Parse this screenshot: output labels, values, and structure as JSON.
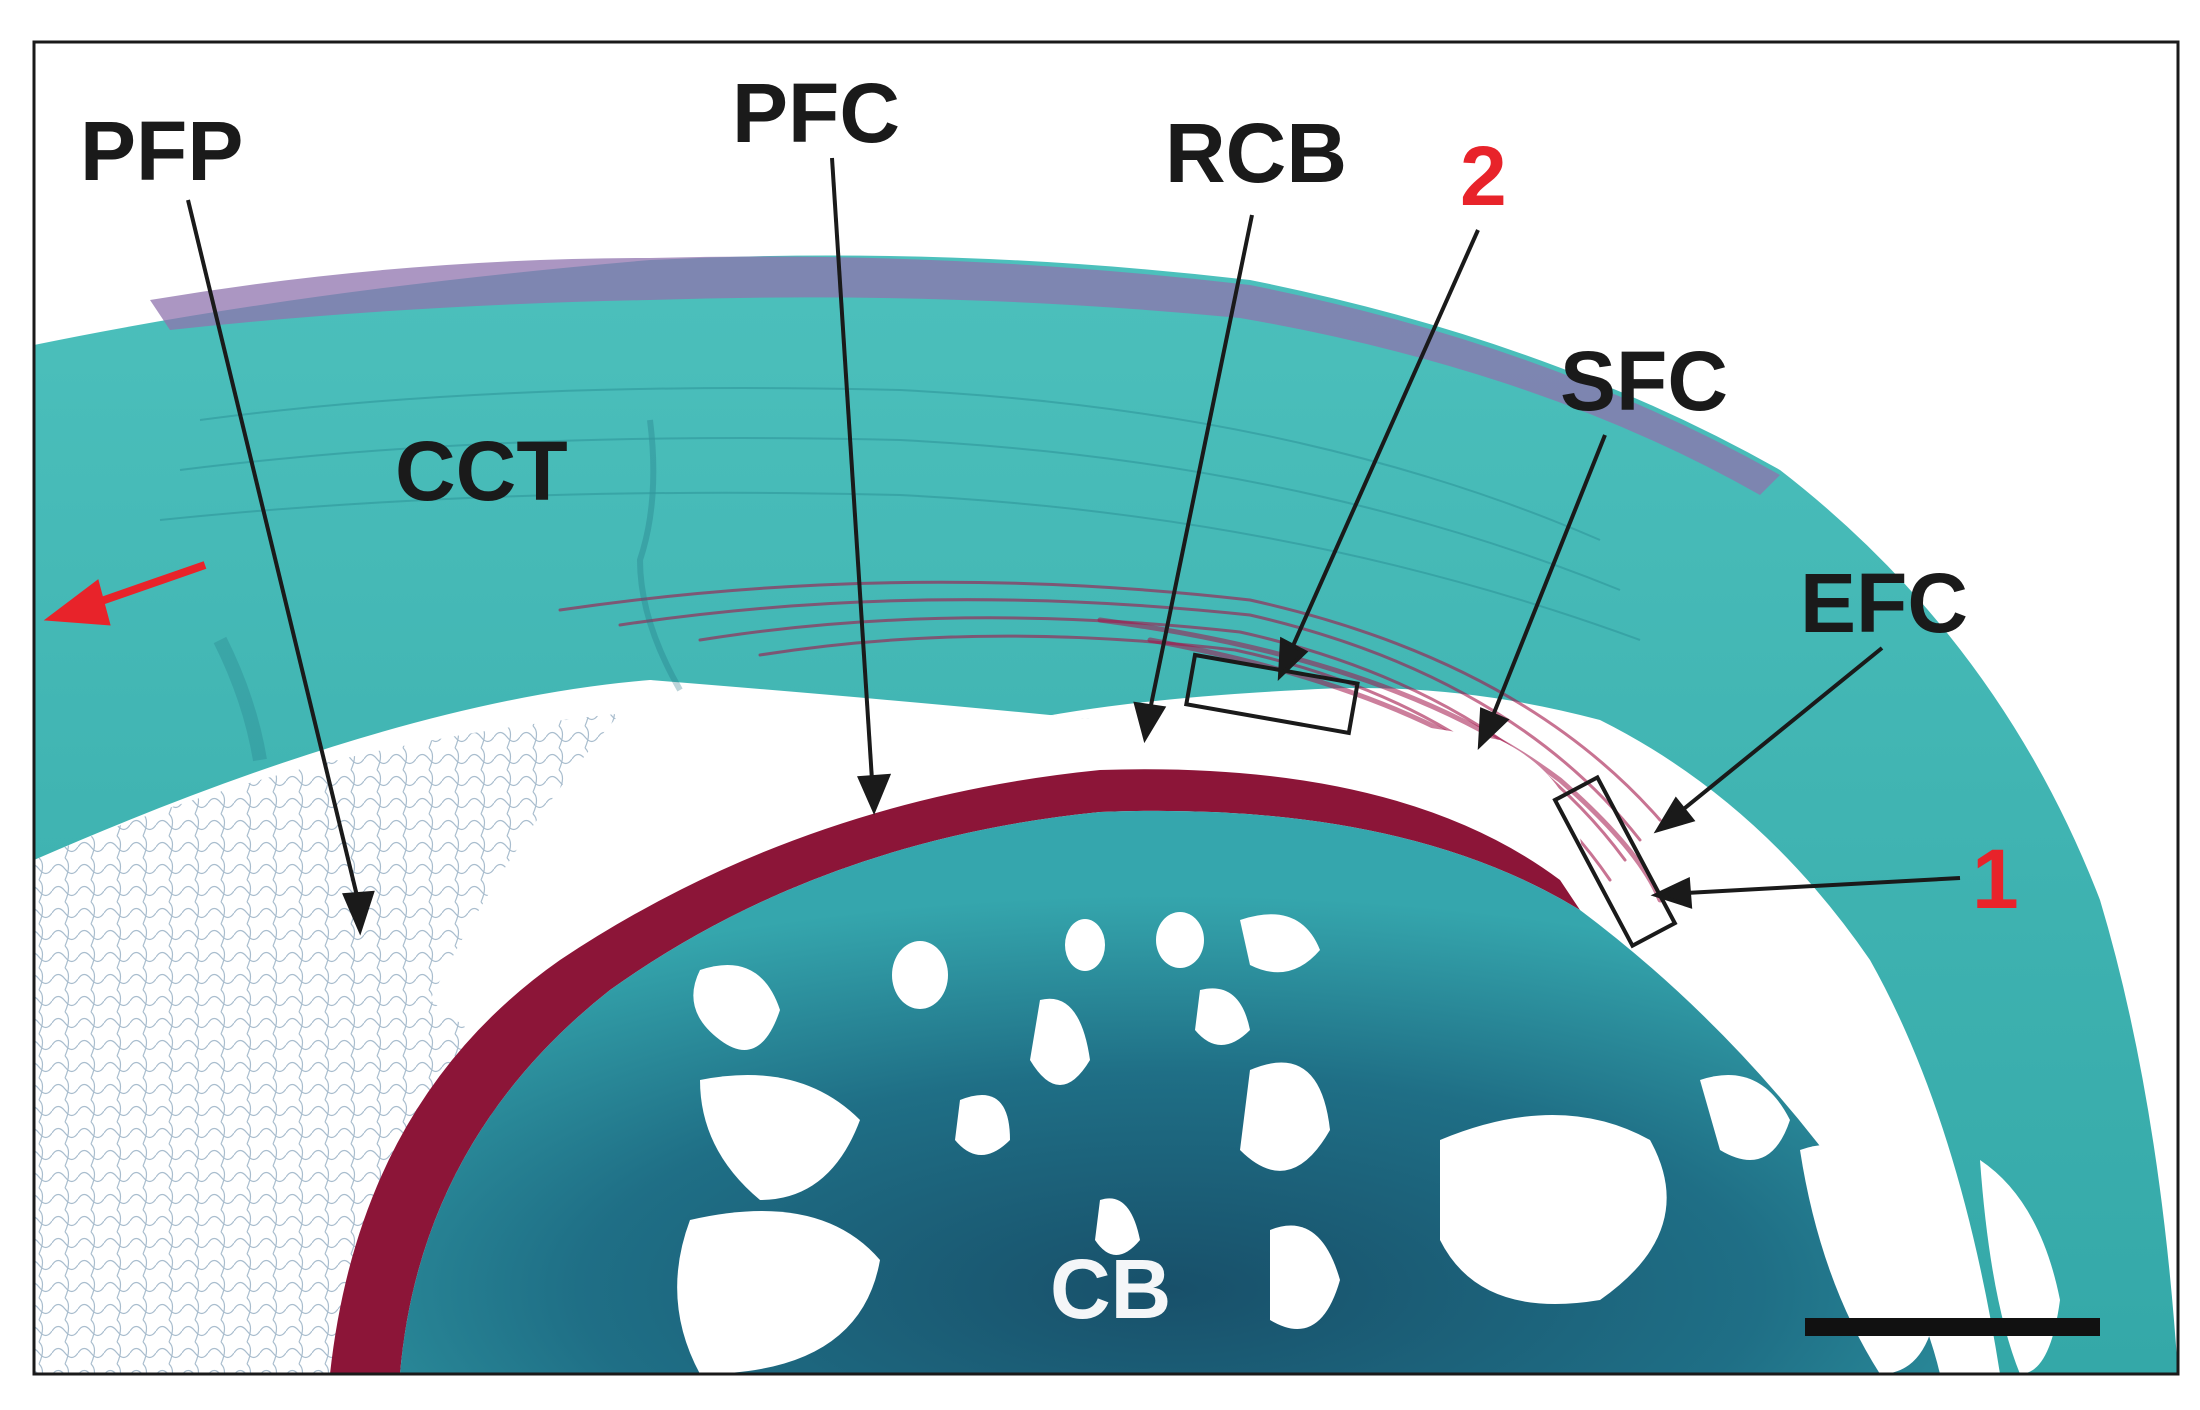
{
  "labels": {
    "pfp": "PFP",
    "pfc": "PFC",
    "rcb": "RCB",
    "num2": "2",
    "sfc": "SFC",
    "cct": "CCT",
    "efc": "EFC",
    "num1": "1",
    "cb": "CB"
  },
  "colors": {
    "label_black": "#1a1a1a",
    "label_red": "#e8232a",
    "label_white": "#f4f6f8",
    "tissue_teal": "#3fb7b4",
    "tissue_teal_light": "#6ccac6",
    "bone_dark": "#1c5a74",
    "purple_surface": "#8a6aa8",
    "red_fibers": "#a3154a",
    "frame": "#1a1a1a",
    "arrow_red": "#e8232a",
    "scale_bar": "#111111"
  }
}
